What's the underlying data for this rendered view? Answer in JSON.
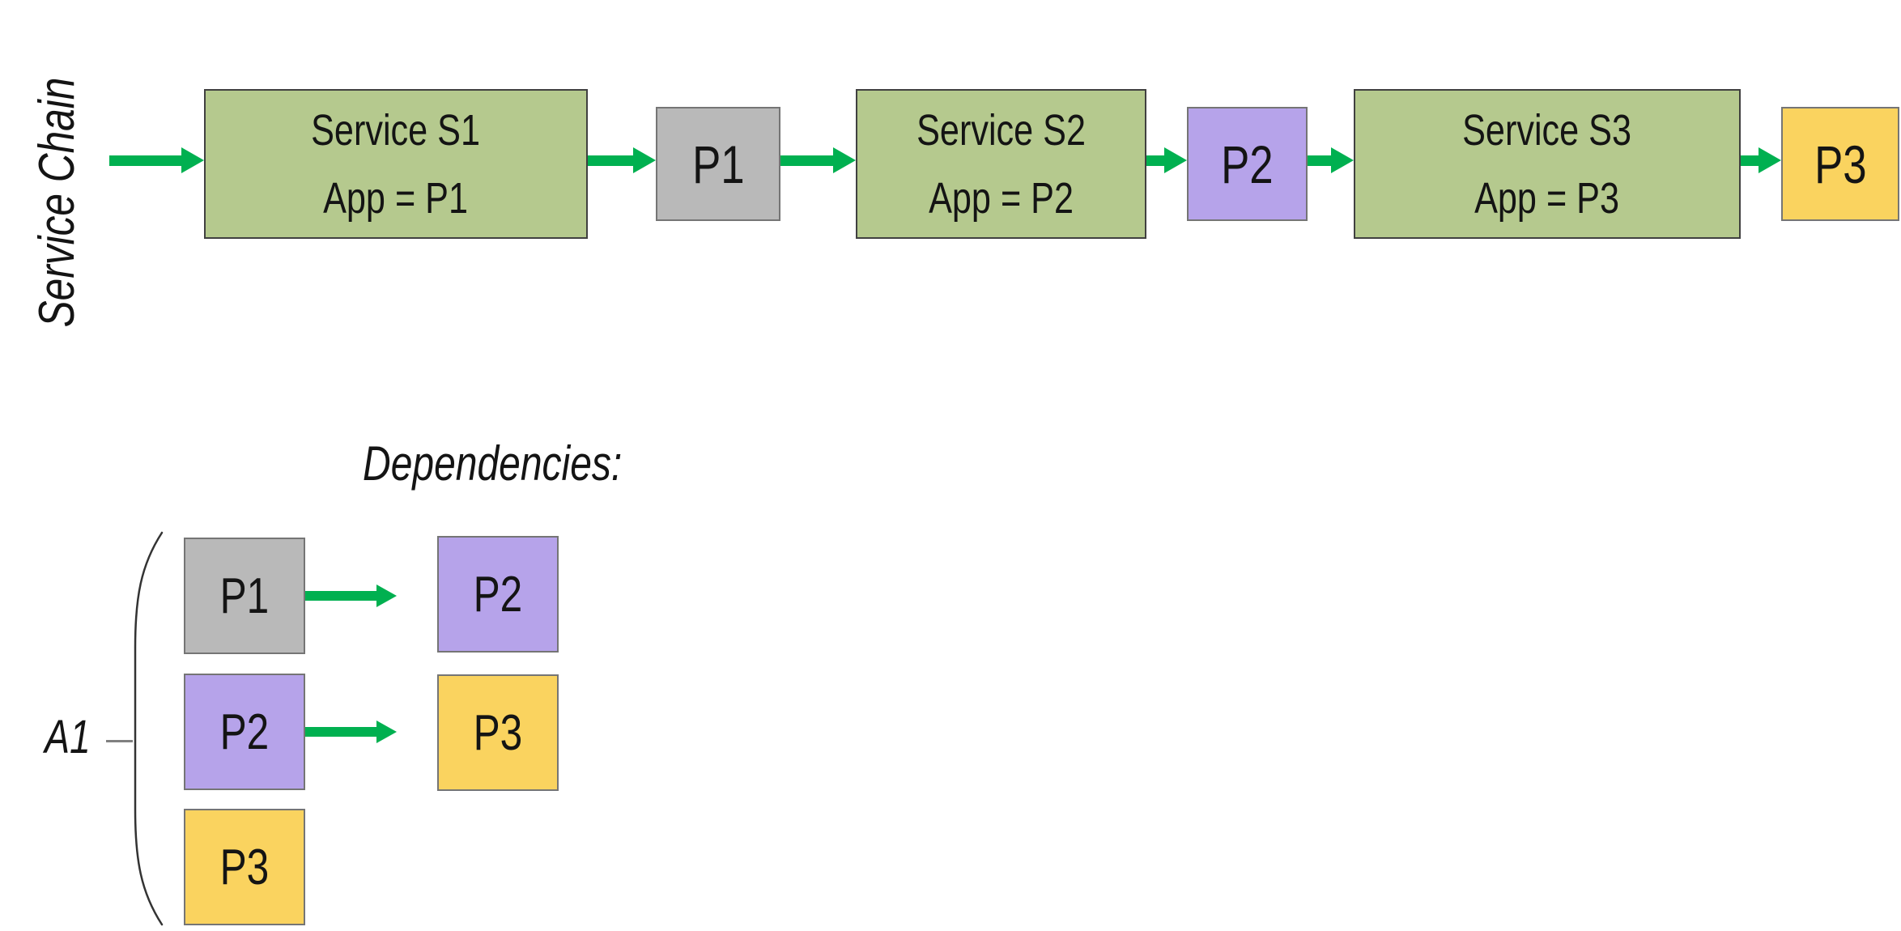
{
  "labels": {
    "service_chain": "Service Chain",
    "dependencies": "Dependencies:",
    "group": "A1"
  },
  "chain": {
    "nodes": [
      {
        "type": "service",
        "title": "Service S1",
        "subtitle": "App = P1",
        "color": "green"
      },
      {
        "type": "packet",
        "label": "P1",
        "color": "gray"
      },
      {
        "type": "service",
        "title": "Service S2",
        "subtitle": "App = P2",
        "color": "green"
      },
      {
        "type": "packet",
        "label": "P2",
        "color": "purple"
      },
      {
        "type": "service",
        "title": "Service S3",
        "subtitle": "App = P3",
        "color": "green"
      },
      {
        "type": "packet",
        "label": "P3",
        "color": "yellow"
      }
    ]
  },
  "deps": {
    "rows": [
      {
        "from": "P1",
        "from_color": "gray",
        "to": "P2",
        "to_color": "purple",
        "has_arrow": true
      },
      {
        "from": "P2",
        "from_color": "purple",
        "to": "P3",
        "to_color": "yellow",
        "has_arrow": true
      },
      {
        "from": "P3",
        "from_color": "yellow",
        "to": "",
        "to_color": "",
        "has_arrow": false
      }
    ]
  },
  "colors": {
    "arrow_green": "#00b050",
    "service_fill": "#b5c98e",
    "service_border": "#404040",
    "packet_gray": "#b9b9b9",
    "packet_purple": "#b6a3ea",
    "packet_yellow": "#fad35f",
    "packet_border": "#757575",
    "brace_stroke": "#333333",
    "text": "#141414"
  }
}
